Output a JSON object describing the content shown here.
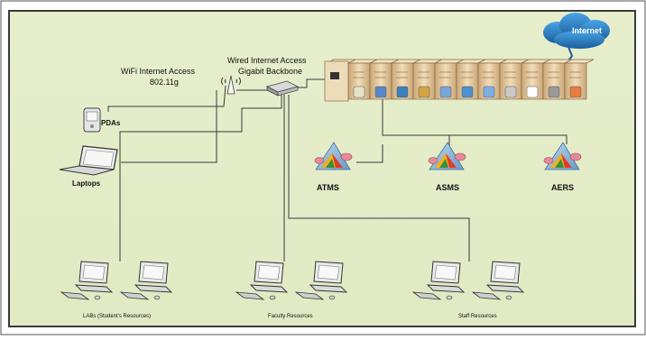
{
  "colors": {
    "background": "#e4ecc8",
    "frame": "#333333",
    "line": "#3a3a3a",
    "server": "#e7cfa8",
    "server_dark": "#b8946a",
    "cloud": "#2a7fc4"
  },
  "labels": {
    "wifi_line1": "WiFi Internet Access",
    "wifi_line2": "802.11g",
    "wired_line1": "Wired Internet Access",
    "wired_line2": "Gigabit Backbone",
    "internet": "Internet",
    "pdas": "PDAs",
    "laptops": "Laptops",
    "atms": "ATMS",
    "asms": "ASMS",
    "aers": "AERS",
    "labs": "LABs (Student's Resources)",
    "faculty": "Faculty Resources",
    "staff": "Staff Resources"
  },
  "icons": {
    "cloud": "cloud-icon",
    "wifi": "wireless-access-point-icon",
    "switch": "network-switch-icon",
    "server": "server-rack-icon",
    "pda": "pda-icon",
    "laptop": "laptop-icon",
    "app": "application-pyramid-icon",
    "desktop": "desktop-computer-icon"
  }
}
